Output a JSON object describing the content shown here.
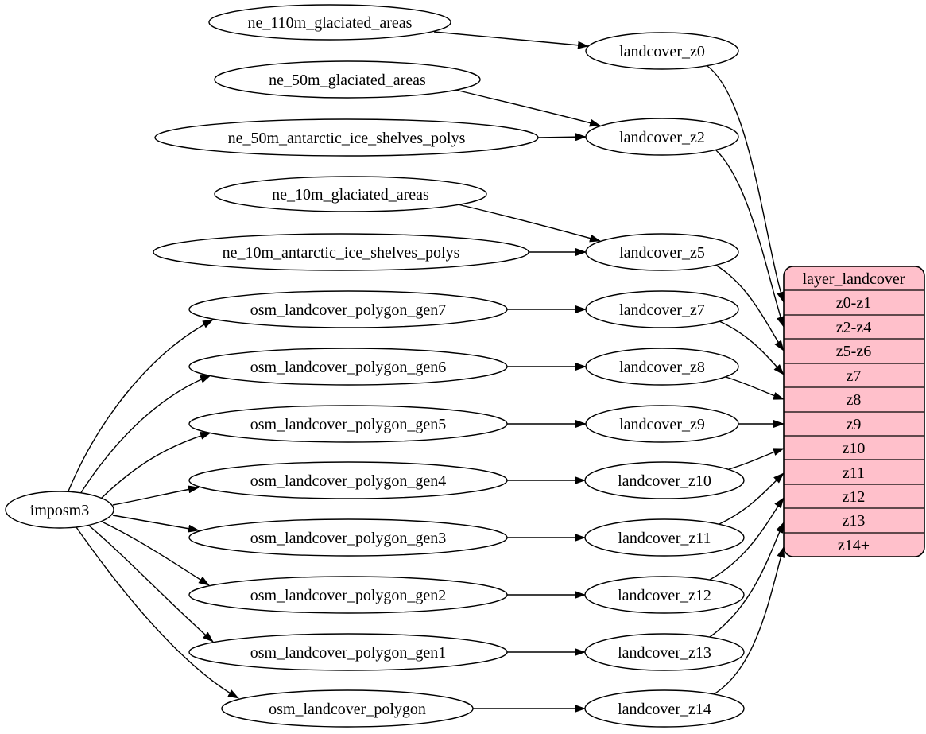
{
  "colors": {
    "background": "#ffffff",
    "node_fill": "#ffffff",
    "record_fill": "#ffc0cb",
    "stroke": "#000000"
  },
  "nodes": {
    "importer": "imposm3",
    "sources": [
      "ne_110m_glaciated_areas",
      "ne_50m_glaciated_areas",
      "ne_50m_antarctic_ice_shelves_polys",
      "ne_10m_glaciated_areas",
      "ne_10m_antarctic_ice_shelves_polys",
      "osm_landcover_polygon_gen7",
      "osm_landcover_polygon_gen6",
      "osm_landcover_polygon_gen5",
      "osm_landcover_polygon_gen4",
      "osm_landcover_polygon_gen3",
      "osm_landcover_polygon_gen2",
      "osm_landcover_polygon_gen1",
      "osm_landcover_polygon"
    ],
    "intermediate": [
      "landcover_z0",
      "landcover_z2",
      "landcover_z5",
      "landcover_z7",
      "landcover_z8",
      "landcover_z9",
      "landcover_z10",
      "landcover_z11",
      "landcover_z12",
      "landcover_z13",
      "landcover_z14"
    ],
    "layer": {
      "title": "layer_landcover",
      "rows": [
        "z0-z1",
        "z2-z4",
        "z5-z6",
        "z7",
        "z8",
        "z9",
        "z10",
        "z11",
        "z12",
        "z13",
        "z14+"
      ]
    }
  },
  "edges": [
    [
      "imposm3",
      "osm_landcover_polygon_gen7"
    ],
    [
      "imposm3",
      "osm_landcover_polygon_gen6"
    ],
    [
      "imposm3",
      "osm_landcover_polygon_gen5"
    ],
    [
      "imposm3",
      "osm_landcover_polygon_gen4"
    ],
    [
      "imposm3",
      "osm_landcover_polygon_gen3"
    ],
    [
      "imposm3",
      "osm_landcover_polygon_gen2"
    ],
    [
      "imposm3",
      "osm_landcover_polygon_gen1"
    ],
    [
      "imposm3",
      "osm_landcover_polygon"
    ],
    [
      "ne_110m_glaciated_areas",
      "landcover_z0"
    ],
    [
      "ne_50m_glaciated_areas",
      "landcover_z2"
    ],
    [
      "ne_50m_antarctic_ice_shelves_polys",
      "landcover_z2"
    ],
    [
      "ne_10m_glaciated_areas",
      "landcover_z5"
    ],
    [
      "ne_10m_antarctic_ice_shelves_polys",
      "landcover_z5"
    ],
    [
      "osm_landcover_polygon_gen7",
      "landcover_z7"
    ],
    [
      "osm_landcover_polygon_gen6",
      "landcover_z8"
    ],
    [
      "osm_landcover_polygon_gen5",
      "landcover_z9"
    ],
    [
      "osm_landcover_polygon_gen4",
      "landcover_z10"
    ],
    [
      "osm_landcover_polygon_gen3",
      "landcover_z11"
    ],
    [
      "osm_landcover_polygon_gen2",
      "landcover_z12"
    ],
    [
      "osm_landcover_polygon_gen1",
      "landcover_z13"
    ],
    [
      "osm_landcover_polygon",
      "landcover_z14"
    ],
    [
      "landcover_z0",
      "layer_landcover:z0-z1"
    ],
    [
      "landcover_z2",
      "layer_landcover:z2-z4"
    ],
    [
      "landcover_z5",
      "layer_landcover:z5-z6"
    ],
    [
      "landcover_z7",
      "layer_landcover:z7"
    ],
    [
      "landcover_z8",
      "layer_landcover:z8"
    ],
    [
      "landcover_z9",
      "layer_landcover:z9"
    ],
    [
      "landcover_z10",
      "layer_landcover:z10"
    ],
    [
      "landcover_z11",
      "layer_landcover:z11"
    ],
    [
      "landcover_z12",
      "layer_landcover:z12"
    ],
    [
      "landcover_z13",
      "layer_landcover:z13"
    ],
    [
      "landcover_z14",
      "layer_landcover:z14+"
    ]
  ]
}
